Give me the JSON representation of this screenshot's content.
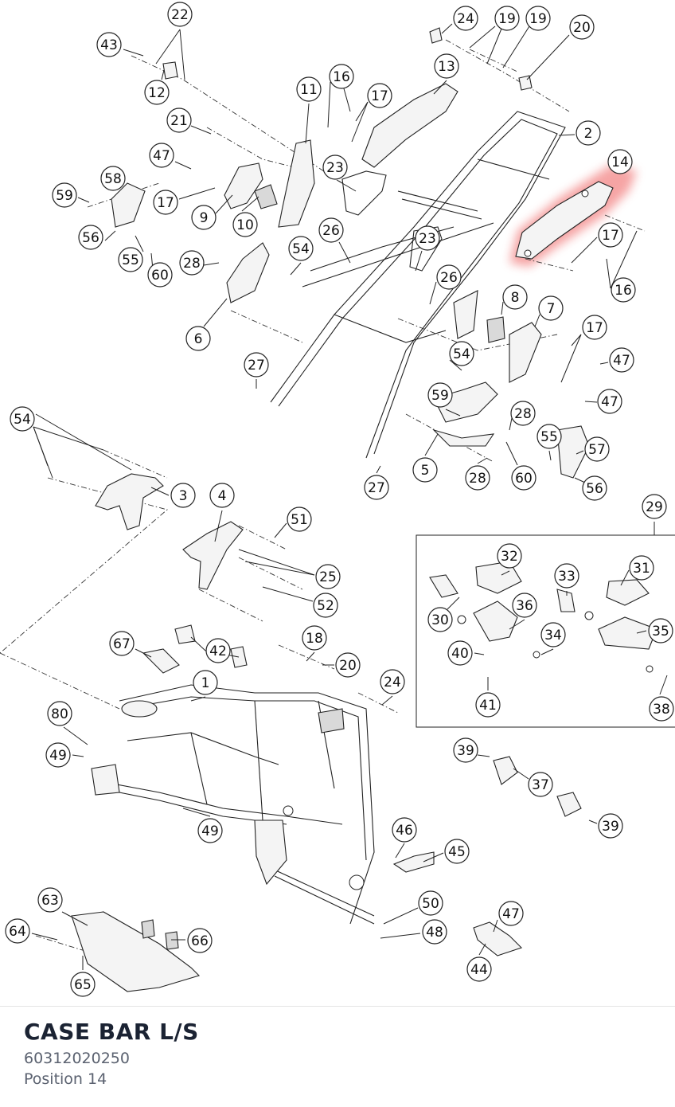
{
  "part": {
    "title": "CASE BAR L/S",
    "number": "60312020250",
    "position": "Position 14"
  },
  "highlight_color": "#ee5a5a",
  "callouts": [
    "22",
    "43",
    "12",
    "24",
    "19",
    "19",
    "20",
    "13",
    "16",
    "17",
    "11",
    "21",
    "2",
    "47",
    "14",
    "23",
    "58",
    "59",
    "17",
    "9",
    "10",
    "56",
    "55",
    "60",
    "26",
    "23",
    "17",
    "54",
    "28",
    "26",
    "16",
    "8",
    "7",
    "17",
    "6",
    "54",
    "27",
    "47",
    "59",
    "47",
    "28",
    "54",
    "55",
    "3",
    "57",
    "5",
    "60",
    "28",
    "56",
    "27",
    "4",
    "29",
    "51",
    "32",
    "31",
    "25",
    "33",
    "52",
    "36",
    "30",
    "35",
    "34",
    "40",
    "67",
    "42",
    "18",
    "20",
    "41",
    "1",
    "24",
    "38",
    "80",
    "49",
    "39",
    "37",
    "39",
    "49",
    "46",
    "45",
    "50",
    "63",
    "47",
    "48",
    "64",
    "66",
    "65",
    "44"
  ],
  "highlighted_callout": "14"
}
